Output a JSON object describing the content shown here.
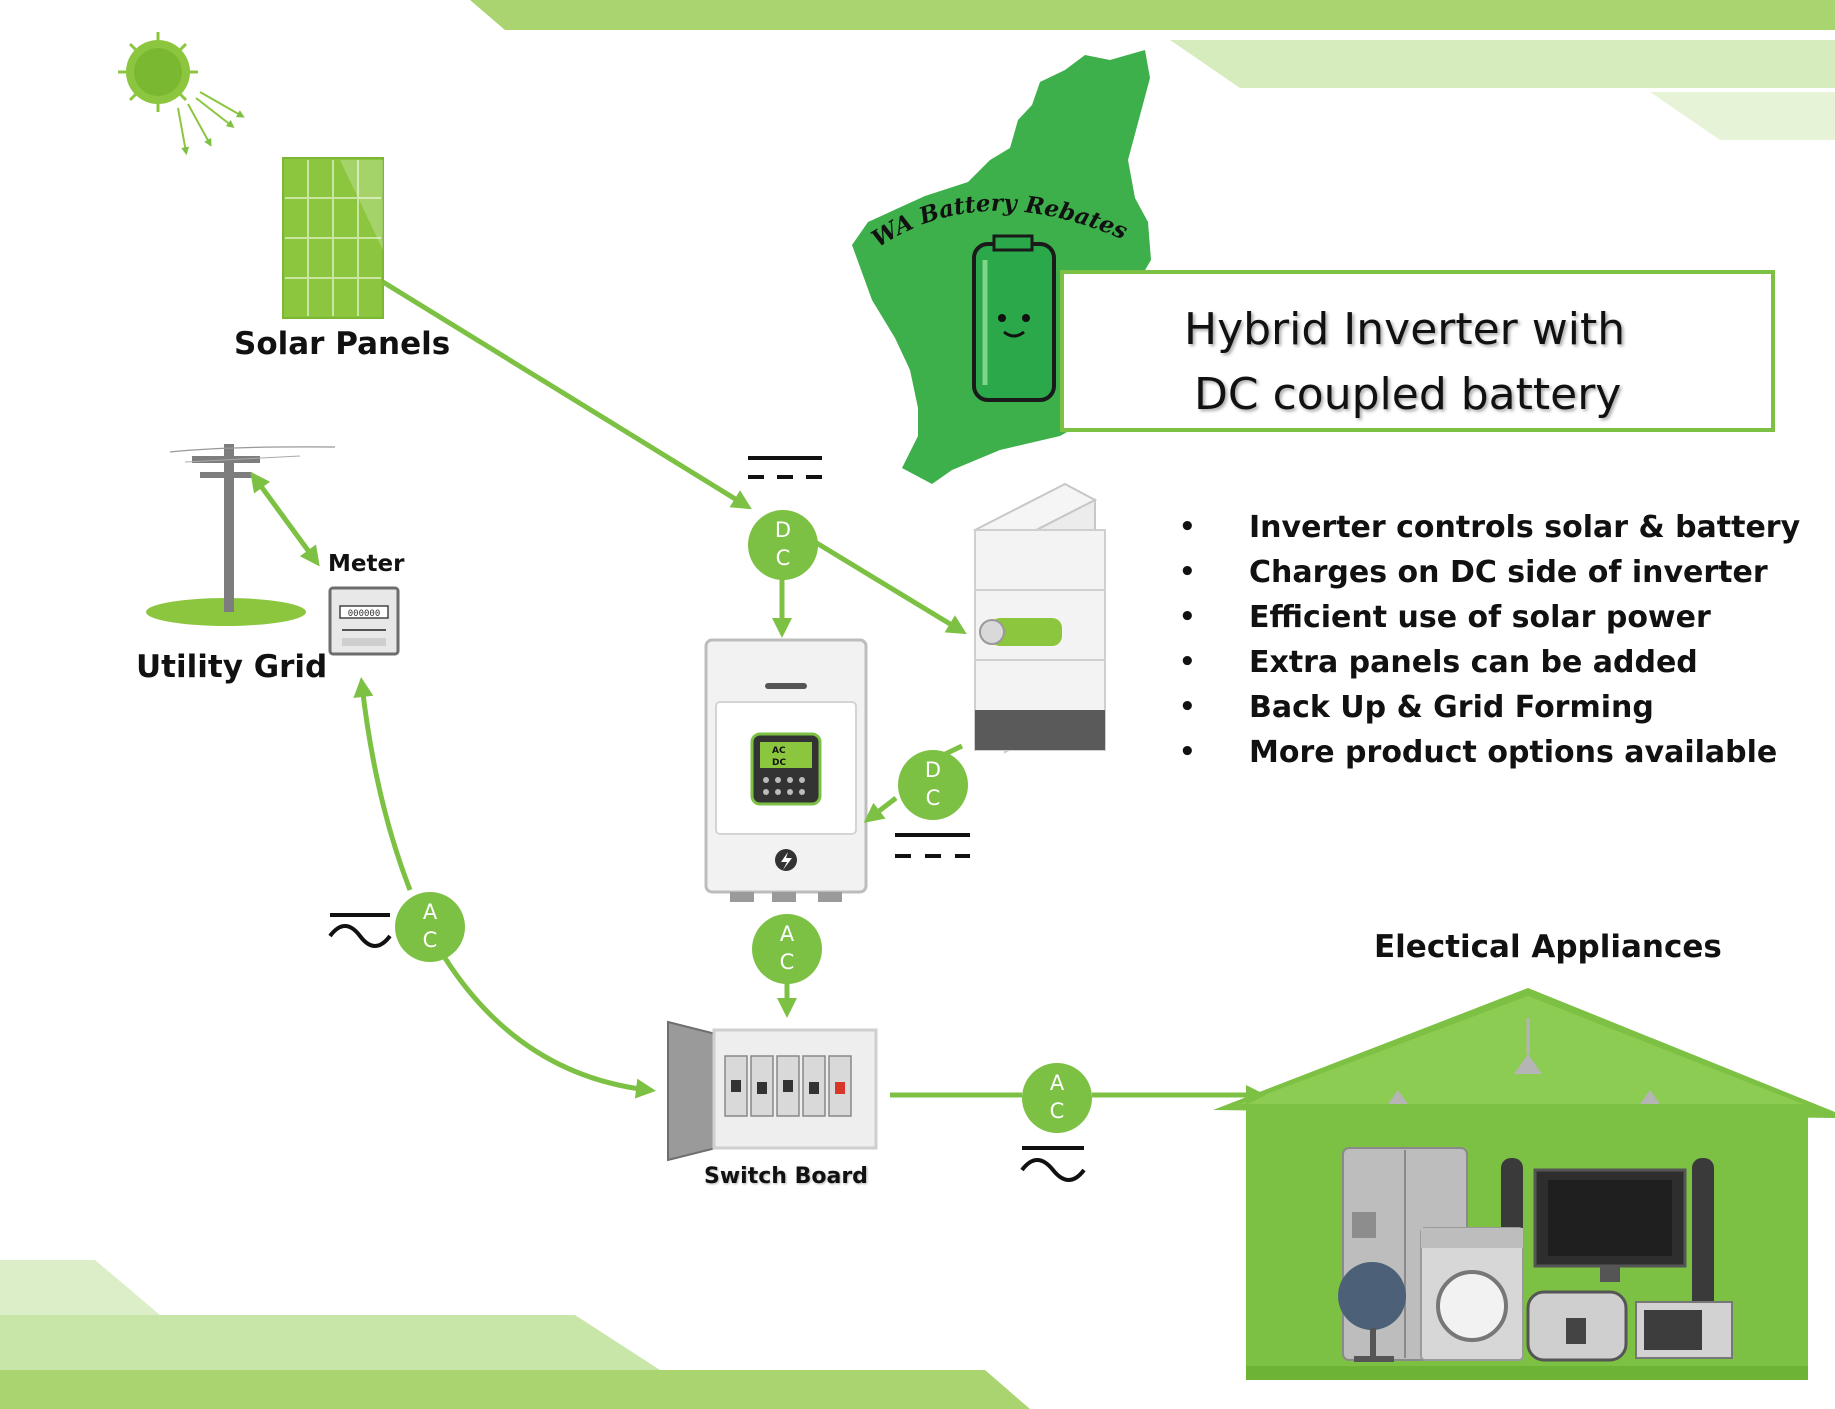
{
  "colors": {
    "accent_green": "#7dc144",
    "dark_green": "#3db04b",
    "light_green": "#c8e6a8",
    "grey": "#d8d8d8"
  },
  "labels": {
    "solar_panels": "Solar Panels",
    "utility_grid": "Utility Grid",
    "meter": "Meter",
    "switch_board": "Switch Board",
    "appliances": "Electical Appliances",
    "logo_text": "WA Battery Rebates"
  },
  "title": {
    "line1": "Hybrid Inverter with",
    "line2": "DC coupled battery"
  },
  "bullets": [
    "Inverter controls solar & battery",
    "Charges on DC side of inverter",
    "Efficient use of solar power",
    "Extra panels can be added",
    "Back Up & Grid Forming",
    "More product options available"
  ],
  "bullet_char": "•",
  "nodes": {
    "dc_top": {
      "t1": "D",
      "t2": "C"
    },
    "dc_battery": {
      "t1": "D",
      "t2": "C"
    },
    "ac_inverter": {
      "t1": "A",
      "t2": "C"
    },
    "ac_grid": {
      "t1": "A",
      "t2": "C"
    },
    "ac_house": {
      "t1": "A",
      "t2": "C"
    }
  },
  "inverter_screen": {
    "line1": "AC",
    "line2": "DC"
  },
  "meter_display": "000000",
  "icons": [
    "sun-icon",
    "solar-panel-icon",
    "power-pole-icon",
    "meter-icon",
    "inverter-icon",
    "battery-icon",
    "switchboard-icon",
    "house-icon",
    "dc-symbol-icon",
    "ac-symbol-icon"
  ]
}
